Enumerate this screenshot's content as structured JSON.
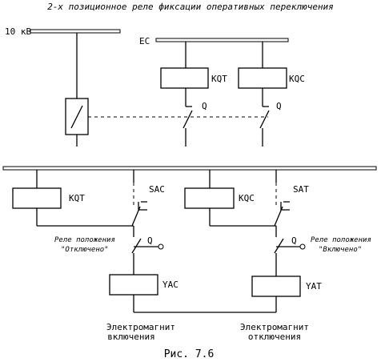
{
  "title": "2-х позиционное реле фиксации оперативных переключения",
  "labels": {
    "hv_bus": "10 кВ",
    "ec_bus": "ЕС",
    "kqt_top": "KQT",
    "kqc_top": "KQC",
    "q_top_left": "Q",
    "q_top_right": "Q",
    "kqt_bottom": "KQT",
    "kqc_bottom": "KQC",
    "sac": "SAC",
    "sat": "SAT",
    "q_bottom_left": "Q",
    "q_bottom_right": "Q",
    "yac": "YAC",
    "yat": "YAT"
  },
  "annotations": {
    "relay_off_line1": "Реле положения",
    "relay_off_line2": "\"Отключено\"",
    "relay_on_line1": "Реле положения",
    "relay_on_line2": "\"Включено\"",
    "em_on_line1": "Электромагнит",
    "em_on_line2": "включения",
    "em_off_line1": "Электромагнит",
    "em_off_line2": "отключения"
  },
  "caption": "Рис. 7.6"
}
